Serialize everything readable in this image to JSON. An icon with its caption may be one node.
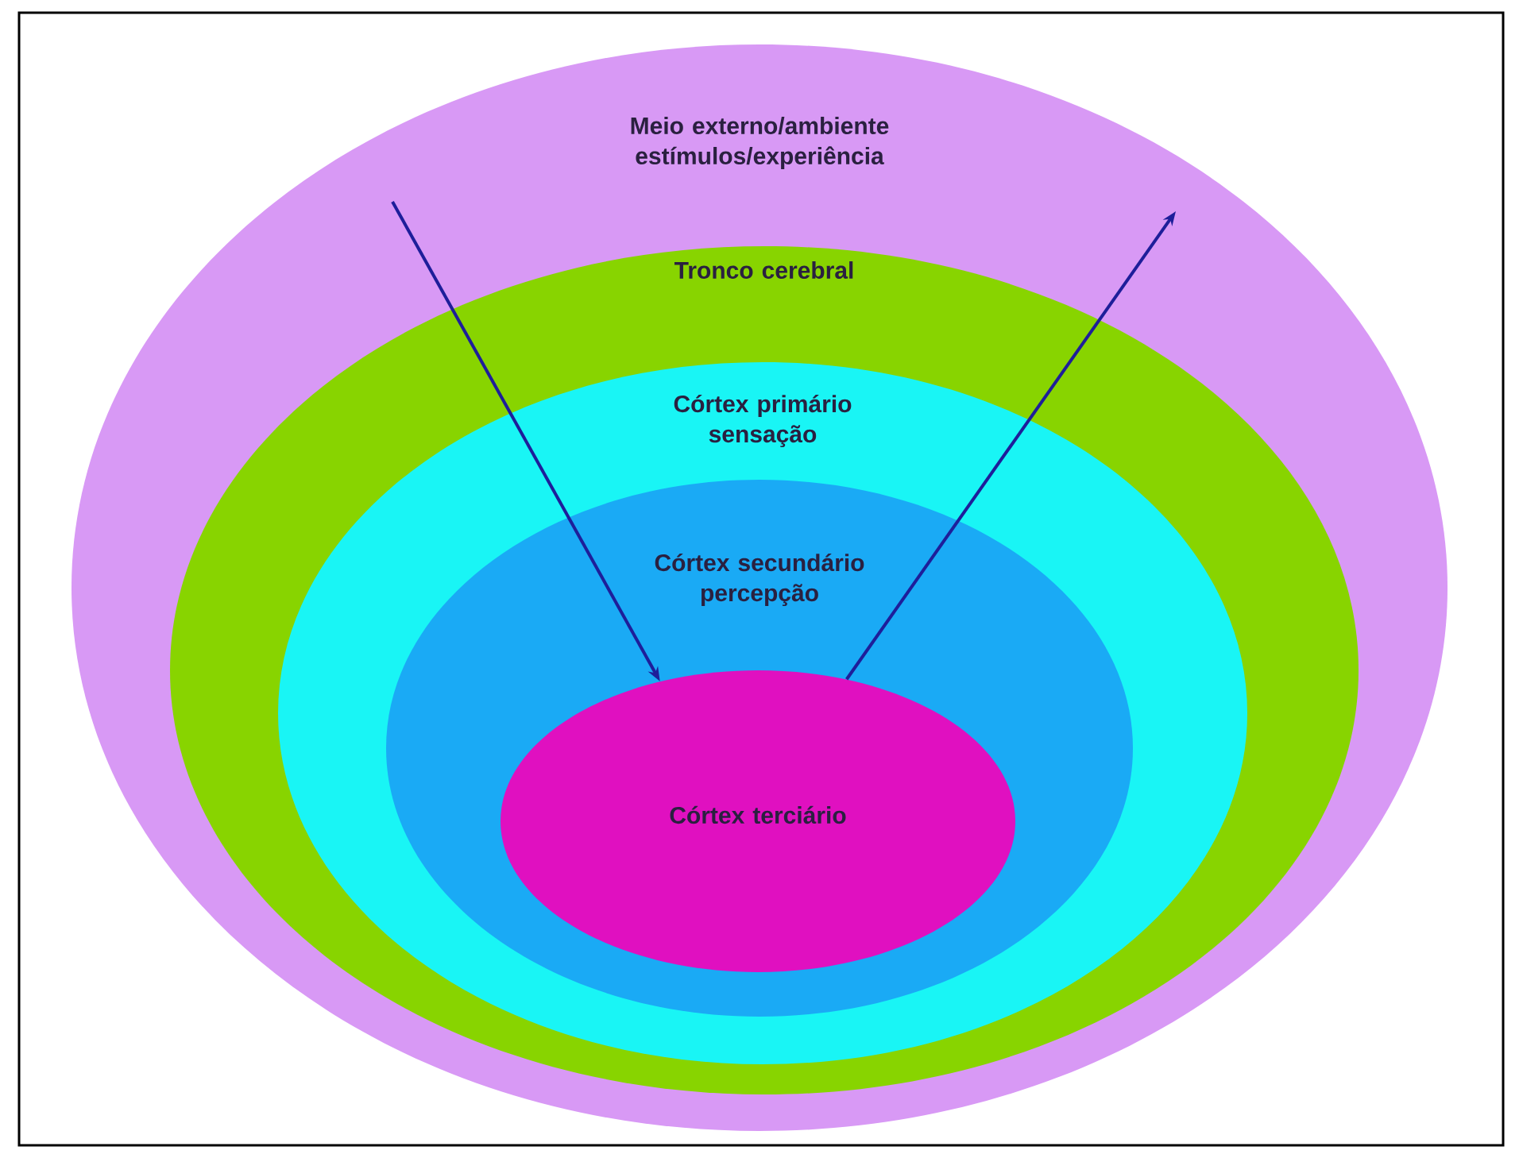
{
  "diagram": {
    "nodes": [
      {
        "text": [
          "Meio externo/ambiente estímulos/experiência"
        ]
      },
      {
        "text": [
          "Tronco cerebral"
        ],
        "in": 0
      },
      {
        "text": [
          "Córtex primário sensação"
        ],
        "in": 1
      },
      {
        "text": [
          "Córtex secundário percepção"
        ],
        "in": 2
      },
      {
        "text": [
          "Córtex  terciário"
        ],
        "in": 3
      }
    ],
    "edges": [
      {
        "from": null,
        "to": 4,
        "arrow": "to"
      },
      {
        "from": 4,
        "to": null,
        "arrow": "to"
      }
    ]
  }
}
